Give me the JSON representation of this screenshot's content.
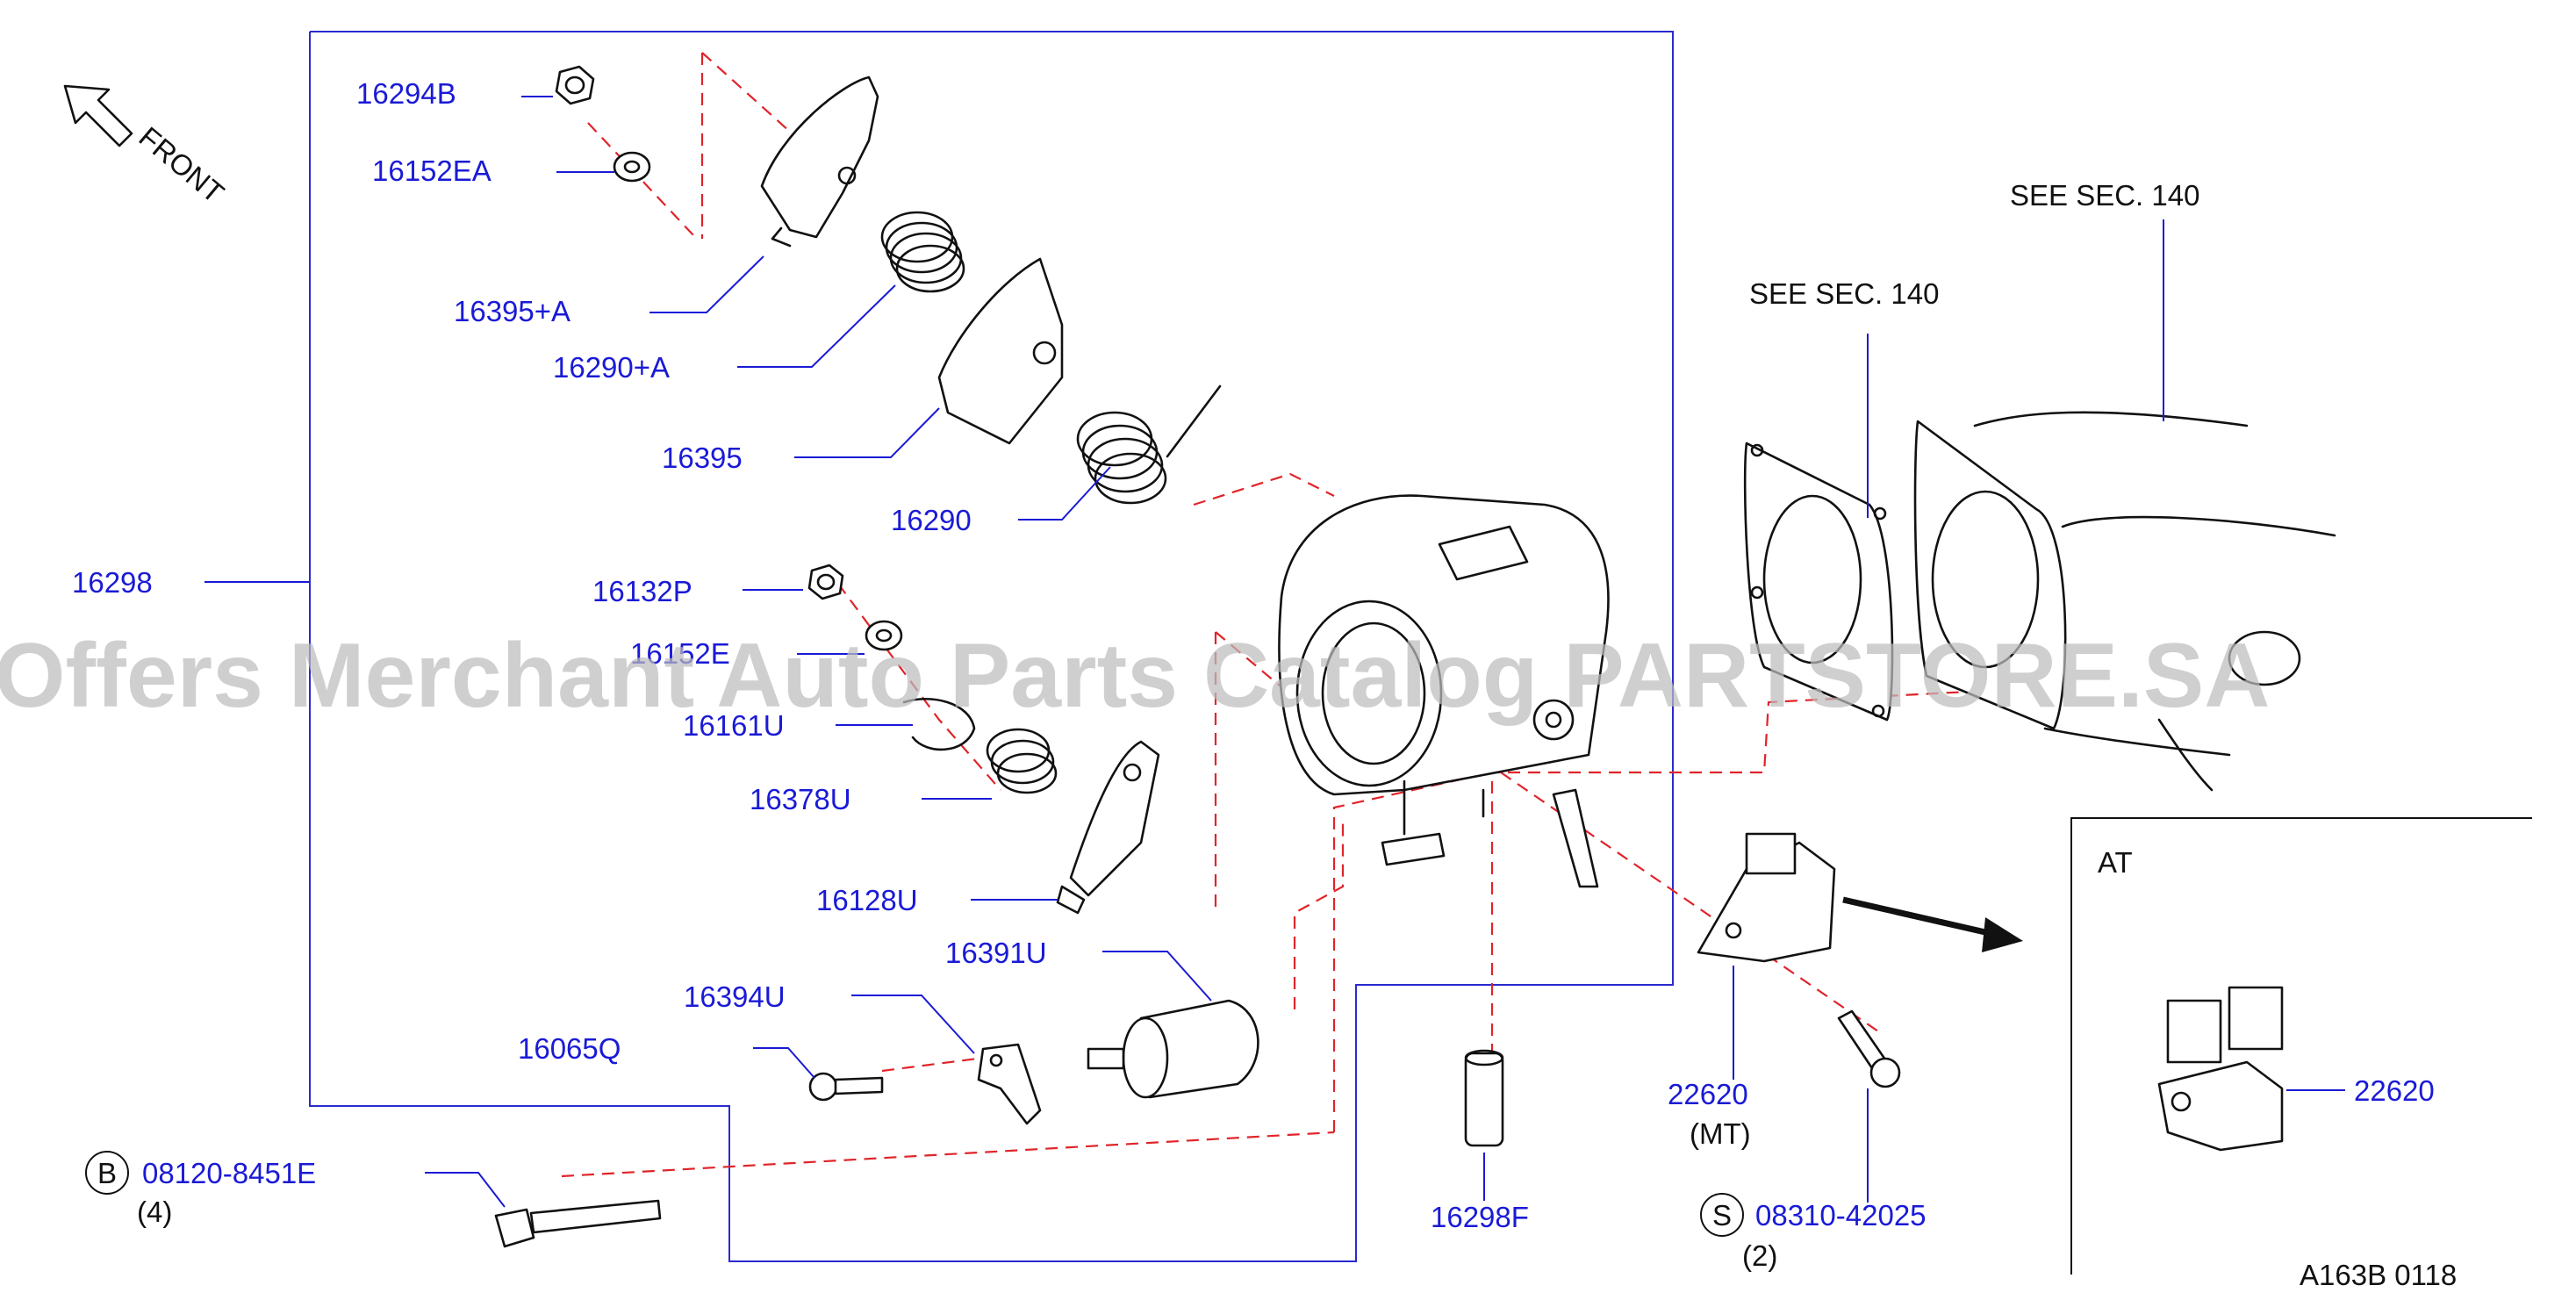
{
  "diagram": {
    "code": "A163B  0118",
    "front_label": "FRONT",
    "see_sec_1": "SEE  SEC.  140",
    "see_sec_2": "SEE  SEC.  140",
    "at_label": "AT",
    "watermark": "Offers Merchant Auto Parts Catalog PARTSTORE.SA",
    "parts": {
      "p16294B": "16294B",
      "p16152EA": "16152EA",
      "p16395A": "16395+A",
      "p16290A": "16290+A",
      "p16395": "16395",
      "p16290": "16290",
      "p16298": "16298",
      "p16132P": "16132P",
      "p16152E": "16152E",
      "p16161U": "16161U",
      "p16378U": "16378U",
      "p16128U": "16128U",
      "p16391U": "16391U",
      "p16394U": "16394U",
      "p16065Q": "16065Q",
      "p08120": "08120-8451E",
      "p08120_qty": "(4)",
      "p08120_badge": "B",
      "p16298F": "16298F",
      "p22620": "22620",
      "p22620_note": "(MT)",
      "p08310": "08310-42025",
      "p08310_qty": "(2)",
      "p08310_badge": "S",
      "p22620_at": "22620"
    }
  }
}
